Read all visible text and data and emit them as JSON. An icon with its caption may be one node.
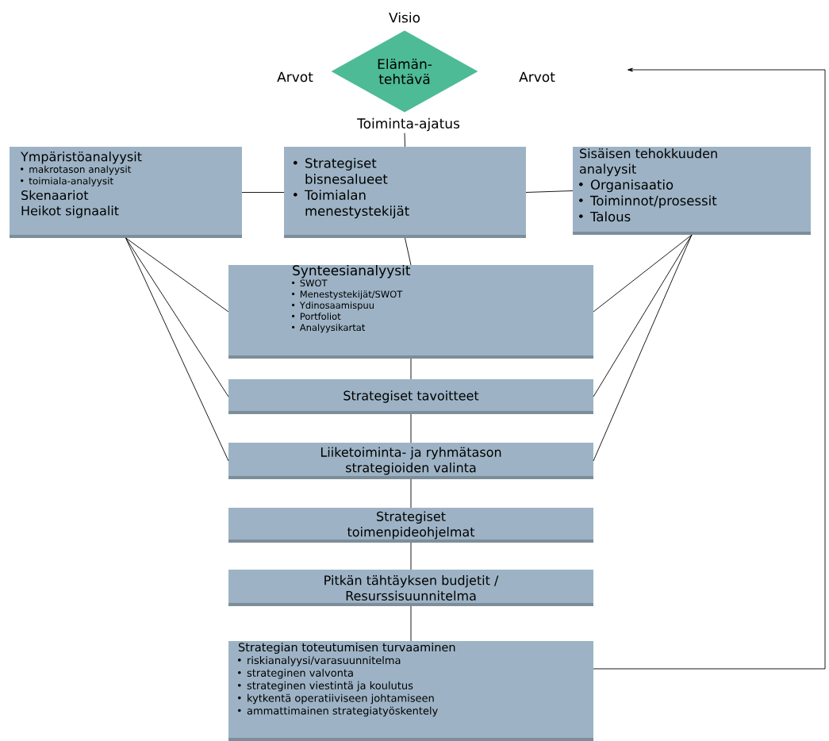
{
  "diagram": {
    "nodes": [
      {
        "text": [
          "Elämän- tehtävä"
        ],
        "beside": [
          "Visio",
          "Arvot",
          "Arvot",
          "Toiminta-ajatus"
        ]
      },
      {
        "text": [
          "Ympäristöanalyysit",
          "makrotason analyysit",
          "toimiala-analyysit",
          "Skenaariot",
          "Heikot signaalit"
        ]
      },
      {
        "text": [
          "Strategiset bisnesalueet",
          "Toimialan menestystekijät"
        ]
      },
      {
        "text": [
          "Sisäisen tehokkuuden analyysit",
          "Organisaatio",
          "Toiminnot/prosessit",
          "Talous"
        ]
      },
      {
        "text": [
          "Synteesianalyysit",
          "SWOT",
          "Menestystekijät/SWOT",
          "Ydinosaamispuu",
          "Portfoliot",
          "Analyysikartat"
        ]
      },
      {
        "text": [
          "Strategiset tavoitteet"
        ]
      },
      {
        "text": [
          "Liiketoiminta- ja ryhmätason strategioiden valinta"
        ]
      },
      {
        "text": [
          "Strategiset toimenpideohjelmat"
        ]
      },
      {
        "text": [
          "Pitkän tähtäyksen budjetit / Resurssisuunnitelma"
        ]
      },
      {
        "text": [
          "Strategian toteutumisen turvaaminen",
          "riskianalyysi/varasuunnitelma",
          "strateginen valvonta",
          "strateginen viestintä ja koulutus",
          "kytkentä operatiiviseen johtamiseen",
          "ammattimainen strategiatyöskentely"
        ]
      }
    ],
    "edges": [
      {
        "from": 0,
        "to": 2,
        "arrow": "none"
      },
      {
        "from": 1,
        "to": 2,
        "arrow": "none"
      },
      {
        "from": 2,
        "to": 3,
        "arrow": "none"
      },
      {
        "from": 2,
        "to": 4,
        "arrow": "none"
      },
      {
        "from": 1,
        "to": 4,
        "arrow": "none"
      },
      {
        "from": 1,
        "to": 5,
        "arrow": "none"
      },
      {
        "from": 1,
        "to": 6,
        "arrow": "none"
      },
      {
        "from": 3,
        "to": 4,
        "arrow": "none"
      },
      {
        "from": 3,
        "to": 5,
        "arrow": "none"
      },
      {
        "from": 3,
        "to": 6,
        "arrow": "none"
      },
      {
        "from": 4,
        "to": 5,
        "arrow": "none"
      },
      {
        "from": 5,
        "to": 6,
        "arrow": "none"
      },
      {
        "from": 6,
        "to": 7,
        "arrow": "none"
      },
      {
        "from": 7,
        "to": 8,
        "arrow": "none"
      },
      {
        "from": 8,
        "to": 9,
        "arrow": "none"
      },
      {
        "from": 9,
        "to": null,
        "arrow": "to"
      }
    ]
  }
}
